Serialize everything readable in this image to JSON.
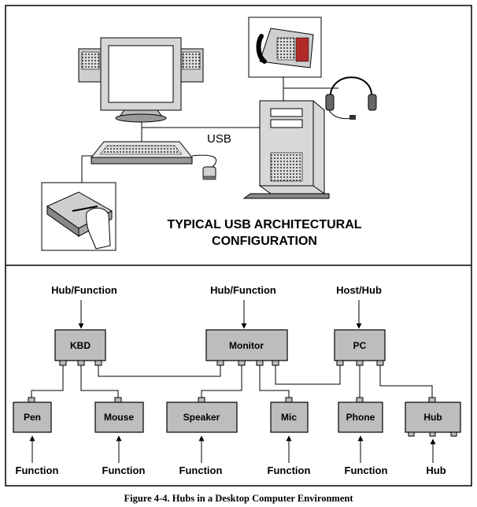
{
  "top_panel": {
    "usb_label": "USB",
    "title_line1": "TYPICAL USB ARCHITECTURAL",
    "title_line2": "CONFIGURATION"
  },
  "bottom_panel": {
    "top_roles": {
      "kbd": "Hub/Function",
      "monitor": "Hub/Function",
      "pc": "Host/Hub"
    },
    "hubs": {
      "kbd": "KBD",
      "monitor": "Monitor",
      "pc": "PC"
    },
    "devices": {
      "pen": "Pen",
      "mouse": "Mouse",
      "speaker": "Speaker",
      "mic": "Mic",
      "phone": "Phone",
      "hub": "Hub"
    },
    "bottom_roles": {
      "pen": "Function",
      "mouse": "Function",
      "speaker": "Function",
      "mic": "Function",
      "phone": "Function",
      "hub": "Hub"
    }
  },
  "caption": "Figure 4-4.  Hubs in a Desktop Computer Environment"
}
